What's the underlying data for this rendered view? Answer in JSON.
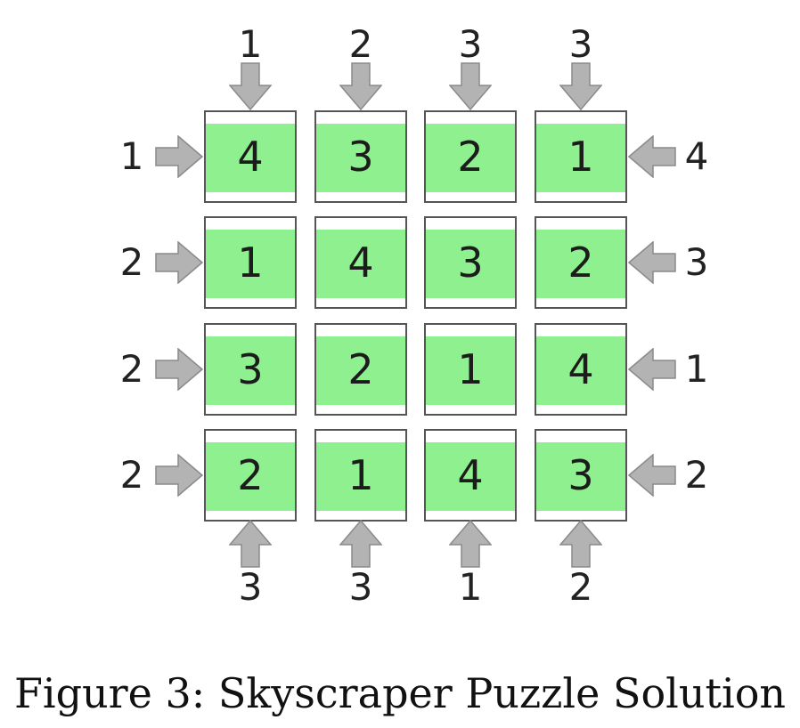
{
  "puzzle": {
    "grid": [
      [
        "4",
        "3",
        "2",
        "1"
      ],
      [
        "1",
        "4",
        "3",
        "2"
      ],
      [
        "3",
        "2",
        "1",
        "4"
      ],
      [
        "2",
        "1",
        "4",
        "3"
      ]
    ],
    "clues": {
      "top": [
        "1",
        "2",
        "3",
        "3"
      ],
      "bottom": [
        "3",
        "3",
        "1",
        "2"
      ],
      "left": [
        "1",
        "2",
        "2",
        "2"
      ],
      "right": [
        "4",
        "3",
        "1",
        "2"
      ]
    }
  },
  "colors": {
    "cell_fill": "#8ef08e",
    "arrow": "#b3b3b3",
    "cell_border": "#555555"
  },
  "caption": "Figure 3: Skyscraper Puzzle Solution"
}
